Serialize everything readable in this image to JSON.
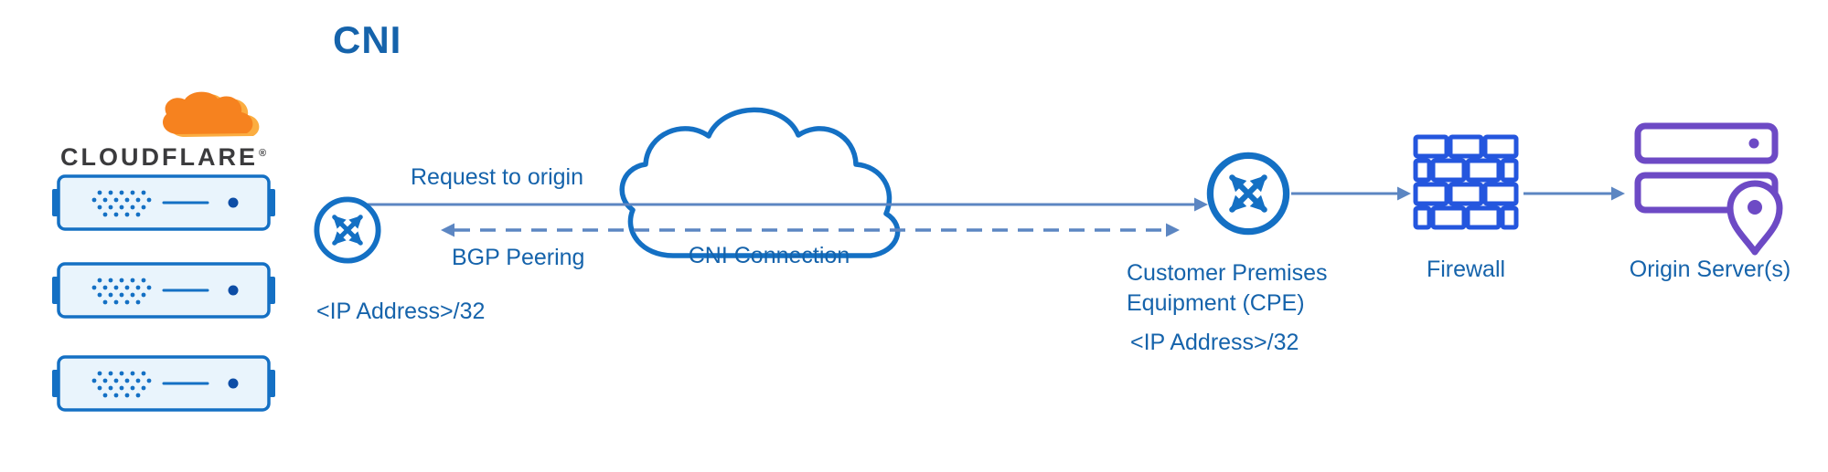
{
  "colors": {
    "icon_blue": "#1470c4",
    "label_blue": "#1563ab",
    "line_blue": "#5c86c2",
    "firewall_blue": "#2456de",
    "purple": "#6d4ac5",
    "orange": "#f6821f",
    "orange_light": "#fbad41",
    "wordmark": "#3b3b3d",
    "rack_fill": "#e9f4fc",
    "led_navy": "#0d4da6",
    "background": "#ffffff"
  },
  "title": "CNI",
  "cloudflare": {
    "wordmark": "CLOUDFLARE",
    "registered_mark": "®"
  },
  "edge_router": {
    "ip": "<IP Address>/32"
  },
  "flows": {
    "request": "Request to origin",
    "bgp": "BGP Peering"
  },
  "cni_cloud": {
    "label": "CNI Connection"
  },
  "cpe": {
    "name": "Customer Premises Equipment (CPE)",
    "ip": "<IP Address>/32"
  },
  "firewall": {
    "label": "Firewall"
  },
  "origin": {
    "label": "Origin Server(s)"
  }
}
